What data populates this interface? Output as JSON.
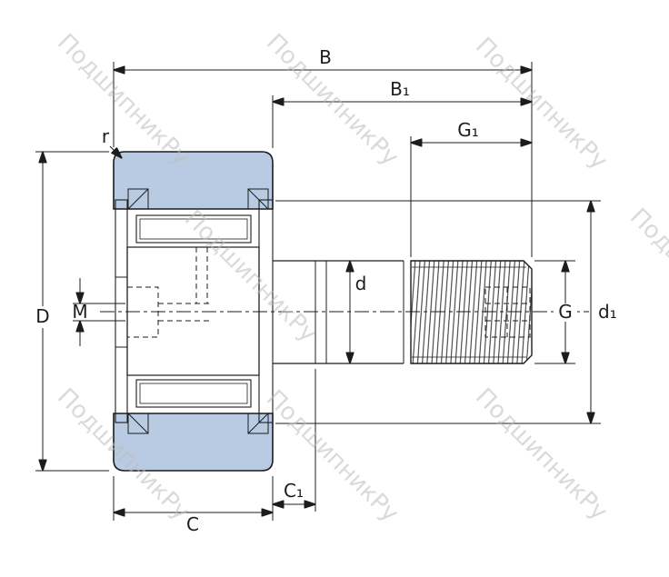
{
  "diagram": {
    "subject": "Cam follower stud-type track roller bearing — dimensional cross-section drawing",
    "watermark": {
      "text": "ПодшипникРу",
      "color": "#bdbdbd"
    },
    "colors": {
      "line": "#1c1c1c",
      "ring_fill": "#b9cbe3",
      "background": "#ffffff"
    },
    "dimensions": {
      "B": "B",
      "B1": "B₁",
      "G1": "G₁",
      "r": "r",
      "D": "D",
      "M": "M",
      "d": "d",
      "G": "G",
      "d1": "d₁",
      "C": "C",
      "C1": "C₁"
    }
  }
}
